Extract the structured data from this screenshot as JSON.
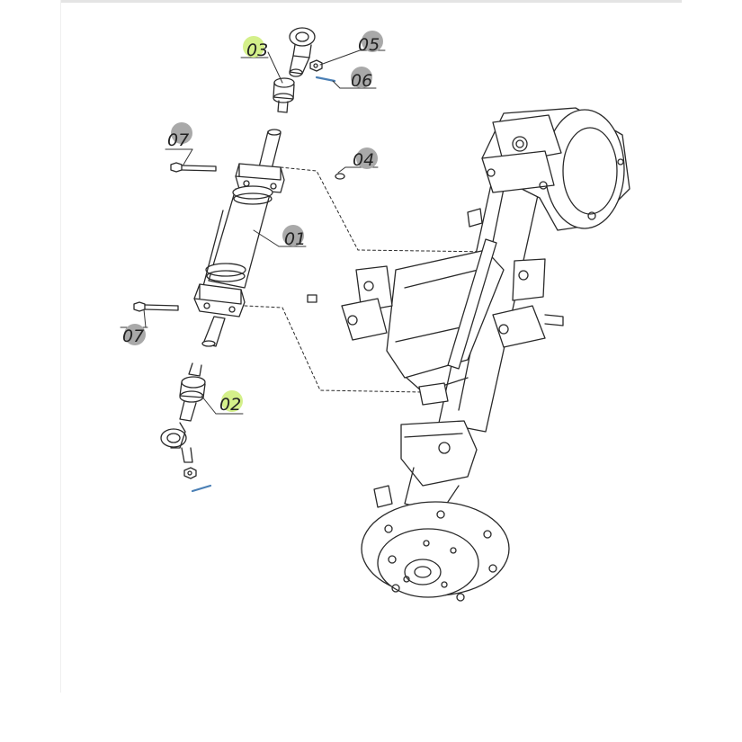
{
  "diagram": {
    "callouts": [
      {
        "key": "c03",
        "label": "03",
        "highlight": true
      },
      {
        "key": "c05",
        "label": "05",
        "highlight": false
      },
      {
        "key": "c06",
        "label": "06",
        "highlight": false
      },
      {
        "key": "c07a",
        "label": "07",
        "highlight": false
      },
      {
        "key": "c04",
        "label": "04",
        "highlight": false
      },
      {
        "key": "c01",
        "label": "01",
        "highlight": false
      },
      {
        "key": "c07b",
        "label": "07",
        "highlight": false
      },
      {
        "key": "c02",
        "label": "02",
        "highlight": true
      }
    ],
    "colors": {
      "line": "#2a2a2a",
      "bubble": "#a9a9a9",
      "highlight": "#d4f08a",
      "pin": "#4a7fb5",
      "leader": "#333333"
    }
  }
}
